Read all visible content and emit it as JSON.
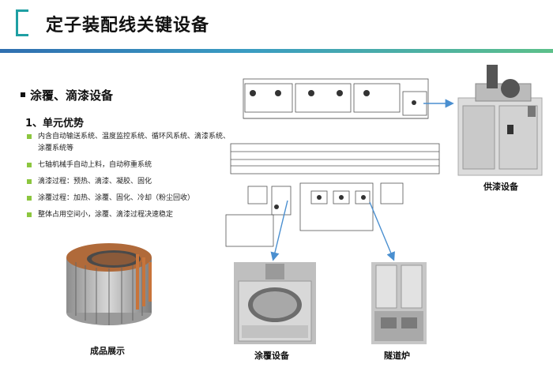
{
  "header": {
    "title": "定子装配线关键设备"
  },
  "section": {
    "title": "涂覆、滴漆设备",
    "subtitle": "1、单元优势"
  },
  "bullets": [
    "内含自动输送系统、温度监控系统、循环风系统、滴漆系统、涂覆系统等",
    "七轴机械手自动上料，自动称重系统",
    "滴漆过程：预热、滴漆、凝胶、固化",
    "涂覆过程：加热、涂覆、固化、冷却（粉尘回收）",
    "整体占用空间小，涂覆、滴漆过程决速稳定"
  ],
  "captions": {
    "product": "成品展示",
    "paint_supply": "供漆设备",
    "coating": "涂覆设备",
    "tunnel_oven": "隧道炉"
  },
  "colors": {
    "accent": "#1f9fa3",
    "bullet": "#8cc63f",
    "arrow": "#4a8fd0"
  }
}
